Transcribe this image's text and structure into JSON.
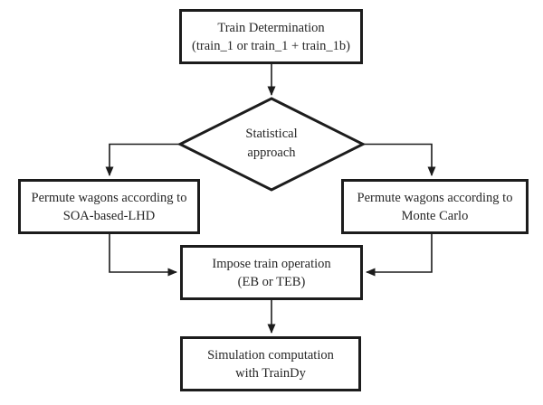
{
  "diagram": {
    "title": "Train simulation workflow flowchart",
    "colors": {
      "line": "#1c1c1c",
      "background": "#ffffff",
      "text": "#262626"
    },
    "nodes": {
      "train_determination": {
        "line1": "Train Determination",
        "line2": "(train_1 or train_1 + train_1b)"
      },
      "statistical_approach": {
        "line1": "Statistical",
        "line2": "approach"
      },
      "permute_soa_lhd": {
        "line1": "Permute wagons according to",
        "line2": "SOA-based-LHD"
      },
      "permute_monte_carlo": {
        "line1": "Permute wagons according to",
        "line2": "Monte Carlo"
      },
      "impose_train_operation": {
        "line1": "Impose train operation",
        "line2": "(EB or TEB)"
      },
      "simulation_computation": {
        "line1": "Simulation computation",
        "line2": "with TrainDy"
      }
    },
    "edges": [
      {
        "from": "train_determination",
        "to": "statistical_approach"
      },
      {
        "from": "statistical_approach",
        "to": "permute_soa_lhd"
      },
      {
        "from": "statistical_approach",
        "to": "permute_monte_carlo"
      },
      {
        "from": "permute_soa_lhd",
        "to": "impose_train_operation"
      },
      {
        "from": "permute_monte_carlo",
        "to": "impose_train_operation"
      },
      {
        "from": "impose_train_operation",
        "to": "simulation_computation"
      }
    ]
  }
}
